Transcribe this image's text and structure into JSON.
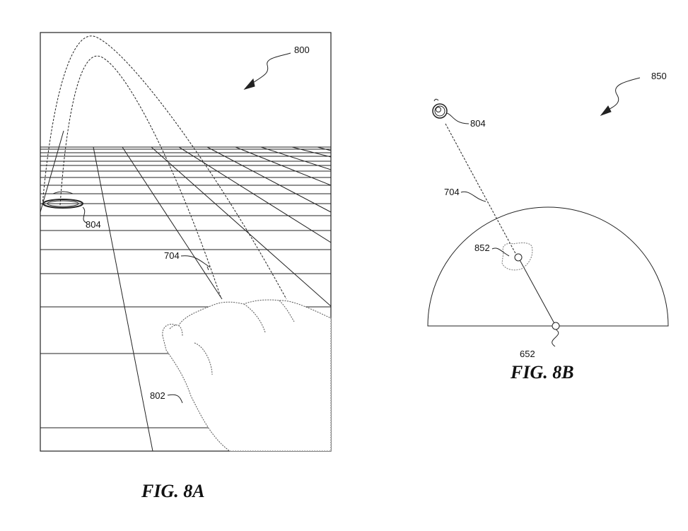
{
  "figures": {
    "fig_8a": {
      "caption": "FIG. 8A",
      "labels": {
        "view": "800",
        "target": "804",
        "ray": "704",
        "hand": "802"
      }
    },
    "fig_8b": {
      "caption": "FIG. 8B",
      "labels": {
        "view": "850",
        "target": "804",
        "ray": "704",
        "hand_point": "852",
        "origin": "652"
      }
    }
  }
}
